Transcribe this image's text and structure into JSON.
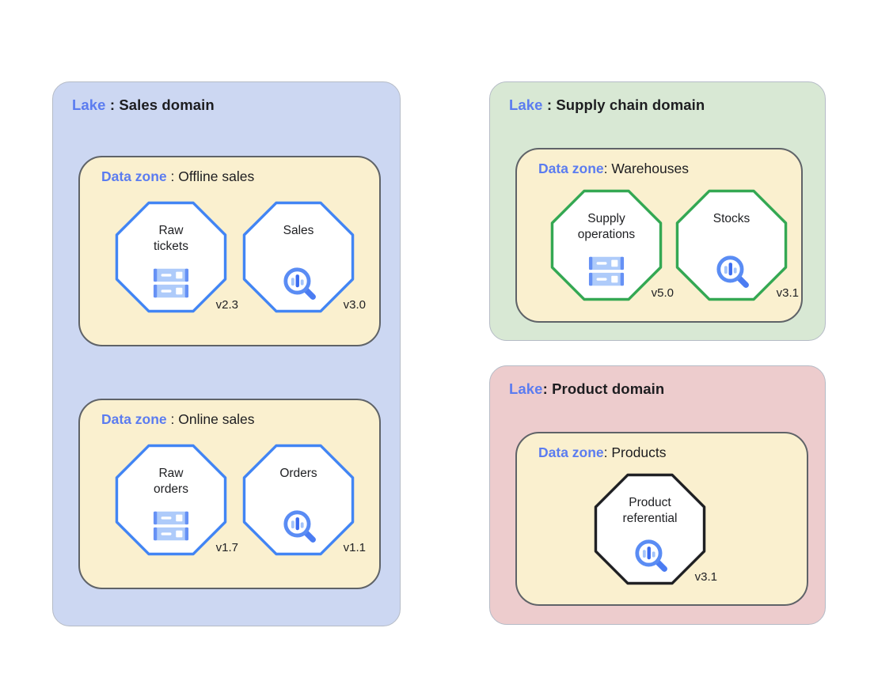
{
  "colors": {
    "lake_sales_bg": "#ccd7f2",
    "lake_supply_bg": "#d8e8d4",
    "lake_product_bg": "#edcccd",
    "zone_bg": "#faf0cf",
    "zone_border": "#5f6368",
    "label_blue": "#5b7cf0",
    "octagon_blue": "#4285f4",
    "octagon_green": "#34a853",
    "octagon_black": "#202124",
    "icon_light_blue": "#aecbfa",
    "icon_mid_blue": "#6691f5",
    "icon_dark_blue": "#3b6cf0",
    "magnifier_blue": "#5a8cf4",
    "magnifier_handle_blue": "#4b7cf2"
  },
  "lakes": [
    {
      "prefix": "Lake",
      "rest": " : Sales domain",
      "zones": [
        {
          "prefix": "Data zone",
          "rest": " : Offline sales",
          "entities": [
            {
              "name": "Raw tickets",
              "version": "v2.3",
              "icon": "storage-icon"
            },
            {
              "name": "Sales",
              "version": "v3.0",
              "icon": "search-insights-icon"
            }
          ]
        },
        {
          "prefix": "Data zone",
          "rest": " : Online sales",
          "entities": [
            {
              "name": "Raw orders",
              "version": "v1.7",
              "icon": "storage-icon"
            },
            {
              "name": "Orders",
              "version": "v1.1",
              "icon": "search-insights-icon"
            }
          ]
        }
      ]
    },
    {
      "prefix": "Lake",
      "rest": " : Supply chain domain",
      "zones": [
        {
          "prefix": "Data zone",
          "rest": ": Warehouses",
          "entities": [
            {
              "name": "Supply operations",
              "version": "v5.0",
              "icon": "storage-icon"
            },
            {
              "name": "Stocks",
              "version": "v3.1",
              "icon": "search-insights-icon"
            }
          ]
        }
      ]
    },
    {
      "prefix": "Lake",
      "rest": ": Product domain",
      "zones": [
        {
          "prefix": "Data zone",
          "rest": ": Products",
          "entities": [
            {
              "name": "Product referential",
              "version": "v3.1",
              "icon": "search-insights-icon"
            }
          ]
        }
      ]
    }
  ]
}
